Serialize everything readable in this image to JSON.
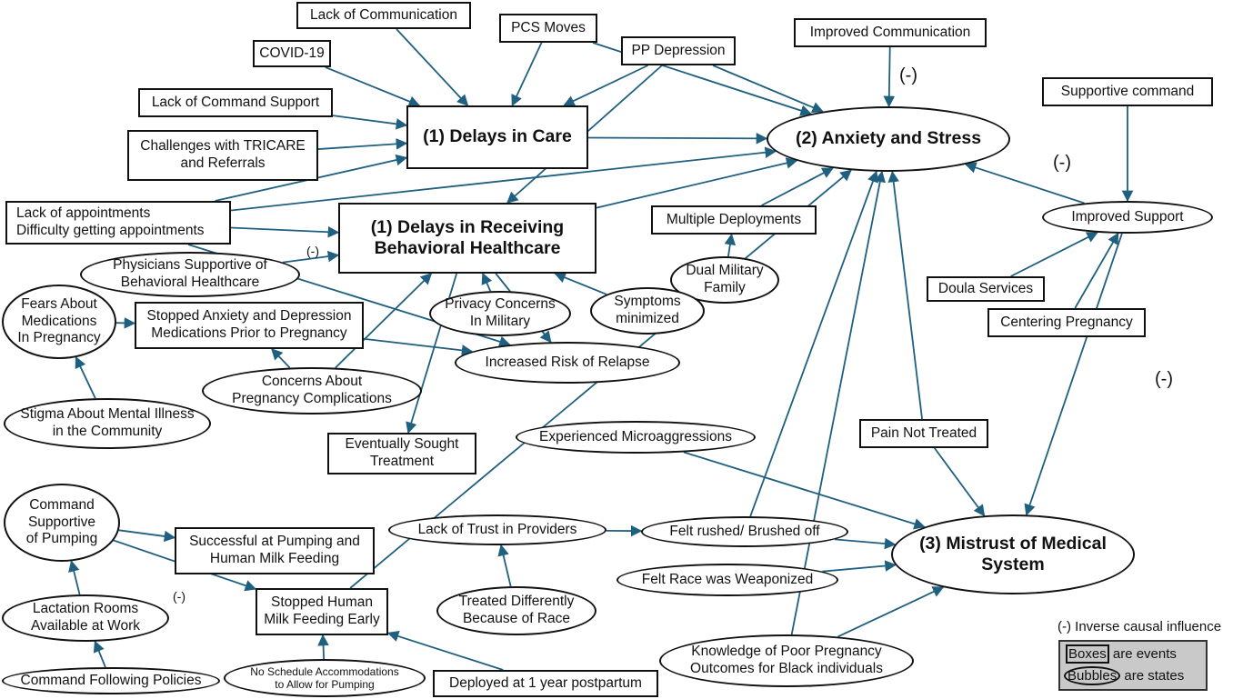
{
  "nodes": {
    "lack_comm": "Lack of Communication",
    "covid": "COVID-19",
    "lack_cmd_support": "Lack of Command Support",
    "tricare": "Challenges with TRICARE\nand Referrals",
    "pcs": "PCS Moves",
    "pp_dep": "PP Depression",
    "improved_comm": "Improved Communication",
    "supportive_cmd": "Supportive command",
    "delays_care": "(1) Delays in Care",
    "anxiety_stress": "(2) Anxiety and Stress",
    "lack_appts": "Lack of appointments\nDifficulty getting appointments",
    "delays_bh": "(1) Delays in Receiving\nBehavioral Healthcare",
    "multiple_deploy": "Multiple Deployments",
    "improved_support": "Improved Support",
    "physicians_supportive": "Physicians Supportive of\nBehavioral Healthcare",
    "dual_military": "Dual Military\nFamily",
    "doula": "Doula Services",
    "fears_meds": "Fears About\nMedications\nIn Pregnancy",
    "stopped_meds": "Stopped Anxiety and Depression\nMedications Prior to Pregnancy",
    "privacy": "Privacy Concerns\nIn Military",
    "symptoms_min": "Symptoms\nminimized",
    "centering": "Centering Pregnancy",
    "relapse": "Increased Risk of Relapse",
    "concerns_preg": "Concerns About\nPregnancy Complications",
    "stigma": "Stigma About Mental Illness\nin the Community",
    "microaggressions": "Experienced Microaggressions",
    "pain_not_treated": "Pain Not Treated",
    "sought_treatment": "Eventually Sought\nTreatment",
    "cmd_pumping": "Command\nSupportive\nof Pumping",
    "successful_pumping": "Successful at Pumping and\nHuman Milk Feeding",
    "lack_trust": "Lack of Trust in Providers",
    "felt_rushed": "Felt rushed/ Brushed off",
    "mistrust": "(3) Mistrust of Medical\nSystem",
    "race_weaponized": "Felt Race was Weaponized",
    "lactation_rooms": "Lactation Rooms\nAvailable at Work",
    "stopped_feeding": "Stopped Human\nMilk Feeding Early",
    "treated_diff": "Treated Differently\nBecause of Race",
    "cmd_policies": "Command Following Policies",
    "no_schedule": "No Schedule Accommodations\nto Allow for Pumping",
    "deployed": "Deployed at 1 year postpartum",
    "knowledge_poor": "Knowledge of Poor Pregnancy\nOutcomes for Black individuals"
  },
  "edge_labels": {
    "improved_comm_inverse": "(-)",
    "improved_support_inverse": "(-)",
    "support_mistrust_inverse": "(-)",
    "physicians_inverse": "(-)",
    "cmd_pumping_inverse": "(-)"
  },
  "legend": {
    "inverse": "(-) Inverse causal influence",
    "boxes_word": "Boxes",
    "boxes_rest": " are events",
    "bubbles_word": "Bubbles",
    "bubbles_rest": " are states"
  },
  "colors": {
    "arrow": "#1f5f7f",
    "border": "#111111",
    "legend_bg": "#c9c9c9"
  },
  "edges": [
    [
      "lack_comm",
      "delays_care"
    ],
    [
      "covid",
      "delays_care"
    ],
    [
      "lack_cmd_support",
      "delays_care"
    ],
    [
      "tricare",
      "delays_care"
    ],
    [
      "pcs",
      "delays_care"
    ],
    [
      "pcs",
      "anxiety_stress"
    ],
    [
      "pp_dep",
      "delays_care"
    ],
    [
      "pp_dep",
      "anxiety_stress"
    ],
    [
      "pp_dep",
      "delays_bh"
    ],
    [
      "improved_comm",
      "anxiety_stress"
    ],
    [
      "delays_care",
      "anxiety_stress"
    ],
    [
      "lack_appts",
      "delays_care"
    ],
    [
      "lack_appts",
      "anxiety_stress"
    ],
    [
      "lack_appts",
      "delays_bh"
    ],
    [
      "lack_appts",
      "relapse"
    ],
    [
      "delays_bh",
      "anxiety_stress"
    ],
    [
      "delays_bh",
      "relapse"
    ],
    [
      "delays_bh",
      "sought_treatment"
    ],
    [
      "multiple_deploy",
      "anxiety_stress"
    ],
    [
      "dual_military",
      "multiple_deploy"
    ],
    [
      "supportive_cmd",
      "improved_support"
    ],
    [
      "improved_support",
      "anxiety_stress"
    ],
    [
      "doula",
      "improved_support"
    ],
    [
      "centering",
      "improved_support"
    ],
    [
      "improved_support",
      "mistrust"
    ],
    [
      "physicians_supportive",
      "delays_bh"
    ],
    [
      "privacy",
      "delays_bh"
    ],
    [
      "symptoms_min",
      "delays_bh"
    ],
    [
      "stigma",
      "fears_meds"
    ],
    [
      "fears_meds",
      "stopped_meds"
    ],
    [
      "stopped_meds",
      "relapse"
    ],
    [
      "concerns_preg",
      "stopped_meds"
    ],
    [
      "concerns_preg",
      "delays_bh"
    ],
    [
      "microaggressions",
      "mistrust"
    ],
    [
      "pain_not_treated",
      "anxiety_stress"
    ],
    [
      "pain_not_treated",
      "mistrust"
    ],
    [
      "cmd_pumping",
      "successful_pumping"
    ],
    [
      "cmd_pumping",
      "stopped_feeding"
    ],
    [
      "lactation_rooms",
      "cmd_pumping"
    ],
    [
      "cmd_policies",
      "lactation_rooms"
    ],
    [
      "no_schedule",
      "stopped_feeding"
    ],
    [
      "deployed",
      "stopped_feeding"
    ],
    [
      "stopped_feeding",
      "anxiety_stress"
    ],
    [
      "lack_trust",
      "felt_rushed"
    ],
    [
      "treated_diff",
      "lack_trust"
    ],
    [
      "felt_rushed",
      "mistrust"
    ],
    [
      "felt_rushed",
      "anxiety_stress"
    ],
    [
      "race_weaponized",
      "mistrust"
    ],
    [
      "knowledge_poor",
      "anxiety_stress"
    ],
    [
      "knowledge_poor",
      "mistrust"
    ]
  ]
}
